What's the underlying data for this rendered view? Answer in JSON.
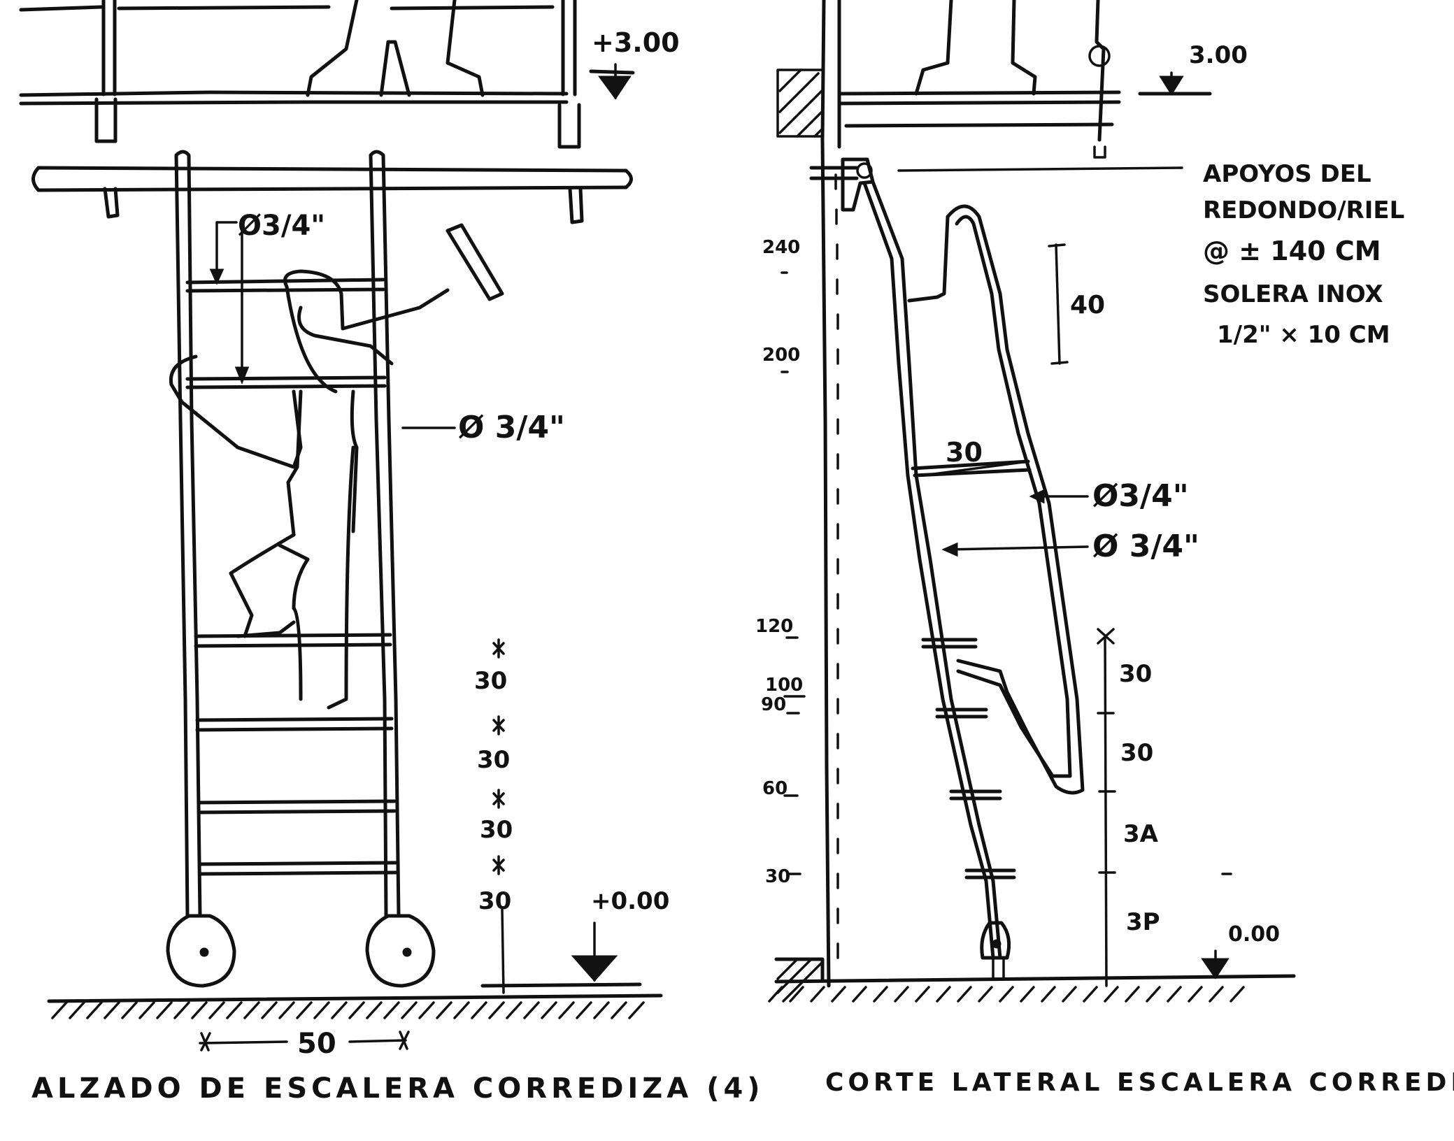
{
  "left_drawing": {
    "level_top": "+3.00",
    "level_bottom": "+0.00",
    "diameter_rung": "Ø3/4\"",
    "diameter_rail": "Ø 3/4\"",
    "rung_spacing": [
      "30",
      "30",
      "30",
      "30"
    ],
    "width": "50",
    "caption": "ALZADO DE ESCALERA CORREDIZA (4)"
  },
  "right_drawing": {
    "level_top": "3.00",
    "level_bottom": "0.00",
    "note": [
      "APOYOS DEL",
      "REDONDO/RIEL",
      "@ ± 140 CM",
      "SOLERA INOX",
      "1/2\" × 10 CM"
    ],
    "dim_40": "40",
    "dim_30_top": "30",
    "diameter_1": "Ø3/4\"",
    "diameter_2": "Ø 3/4\"",
    "height_marks": [
      "240",
      "200",
      "120",
      "100",
      "90",
      "60",
      "30"
    ],
    "rung_spacing": [
      "30",
      "30",
      "3A",
      "3P"
    ],
    "caption": "CORTE LATERAL ESCALERA CORREDIZA"
  }
}
